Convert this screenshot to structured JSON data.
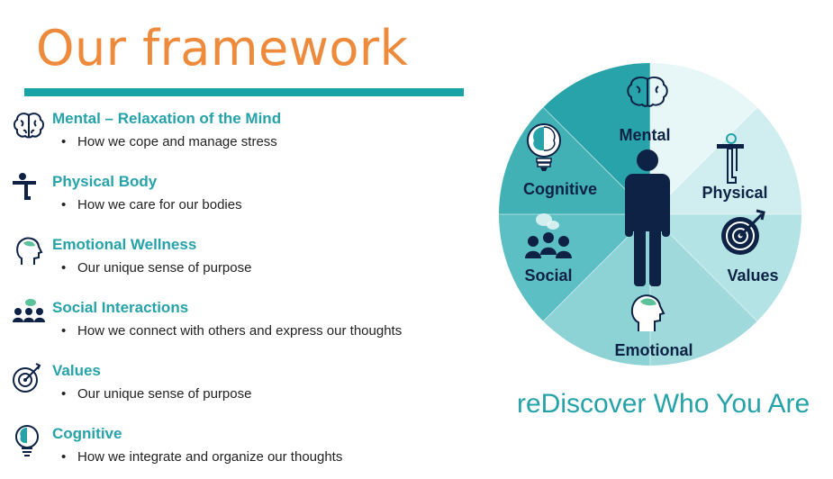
{
  "title": "Our framework",
  "items": [
    {
      "heading": "Mental – Relaxation of the Mind",
      "bullet": "How we cope and manage stress",
      "icon": "brain-icon"
    },
    {
      "heading": "Physical Body",
      "bullet": "How we care for our bodies",
      "icon": "stretching-person-icon"
    },
    {
      "heading": "Emotional Wellness",
      "bullet": "Our unique sense of purpose",
      "icon": "head-profile-icon"
    },
    {
      "heading": "Social Interactions",
      "bullet": "How we connect with others and express our thoughts",
      "icon": "group-chat-icon"
    },
    {
      "heading": "Values",
      "bullet": "Our unique sense of purpose",
      "icon": "target-icon"
    },
    {
      "heading": "Cognitive",
      "bullet": "How we integrate and organize our thoughts",
      "icon": "lightbulb-brain-icon"
    }
  ],
  "wheel": {
    "labels": {
      "mental": "Mental",
      "physical": "Physical",
      "values": "Values",
      "emotional": "Emotional",
      "social": "Social",
      "cognitive": "Cognitive"
    },
    "center_icon": "person-icon"
  },
  "tagline": "reDiscover Who You Are",
  "colors": {
    "title": "#ee8a3c",
    "accent": "#26a2a9",
    "navy": "#0d2245"
  }
}
